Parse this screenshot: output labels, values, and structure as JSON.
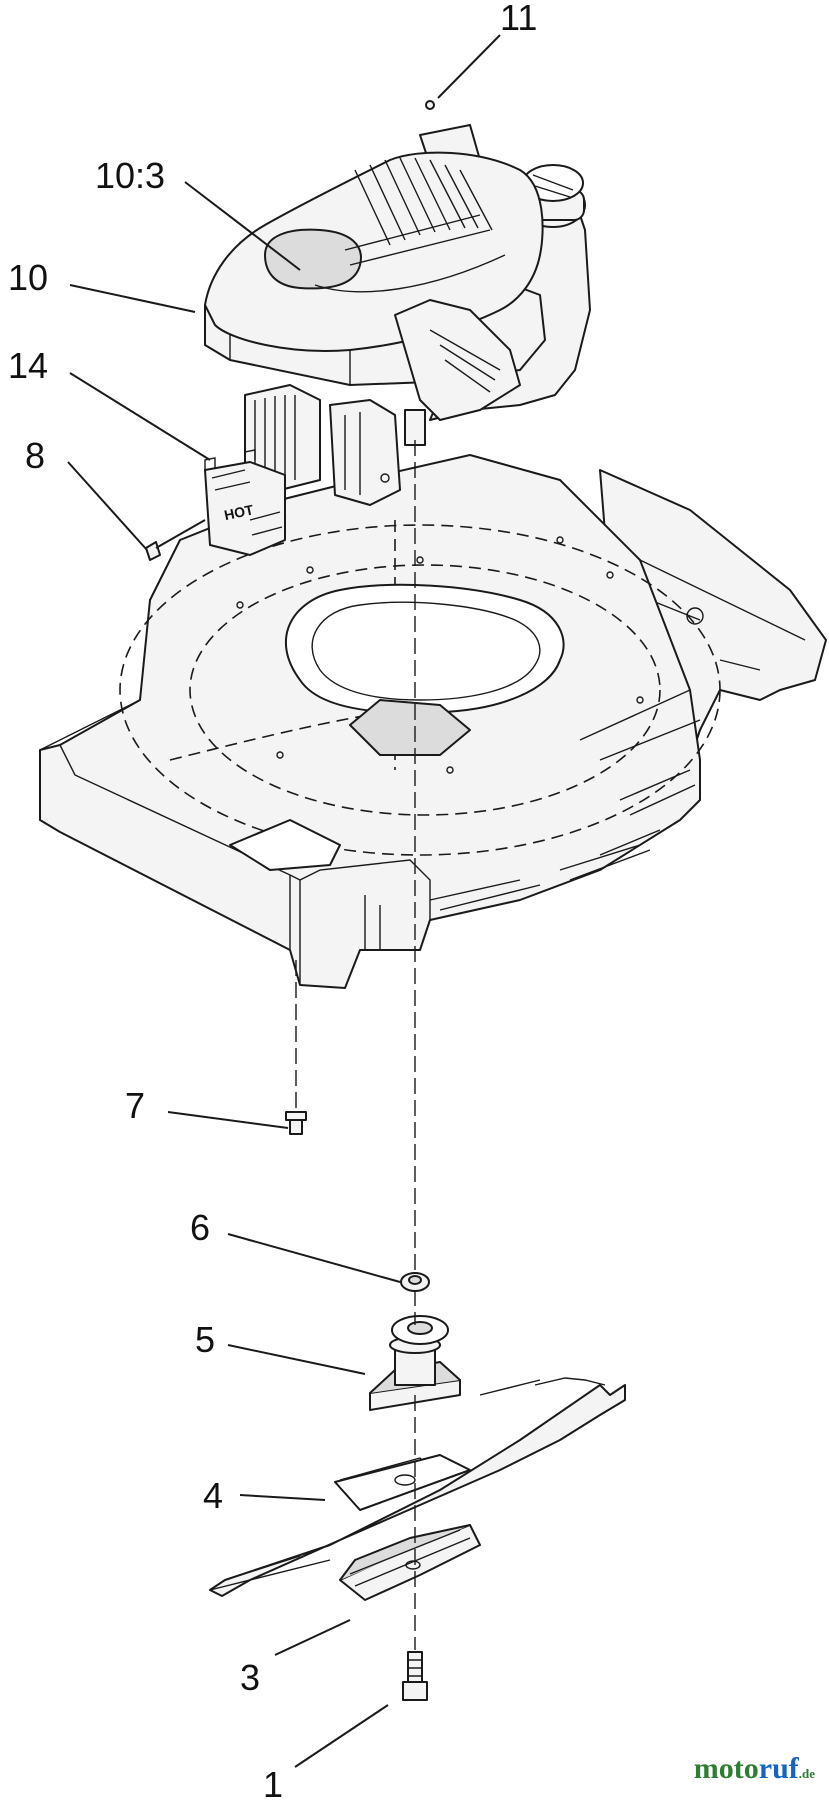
{
  "callouts": [
    {
      "id": "c11",
      "label": "11"
    },
    {
      "id": "c10_3",
      "label": "10:3"
    },
    {
      "id": "c10",
      "label": "10"
    },
    {
      "id": "c14",
      "label": "14"
    },
    {
      "id": "c8",
      "label": "8"
    },
    {
      "id": "c7",
      "label": "7"
    },
    {
      "id": "c6",
      "label": "6"
    },
    {
      "id": "c5",
      "label": "5"
    },
    {
      "id": "c4",
      "label": "4"
    },
    {
      "id": "c3",
      "label": "3"
    },
    {
      "id": "c1",
      "label": "1"
    }
  ],
  "heat_shield_text": "HOT",
  "watermark": {
    "part1": "moto",
    "part2": "ruf",
    "suffix": ".de"
  },
  "colors": {
    "line": "#1a1a1a",
    "watermark_green": "#2f7d32",
    "watermark_blue": "#1565c0"
  }
}
